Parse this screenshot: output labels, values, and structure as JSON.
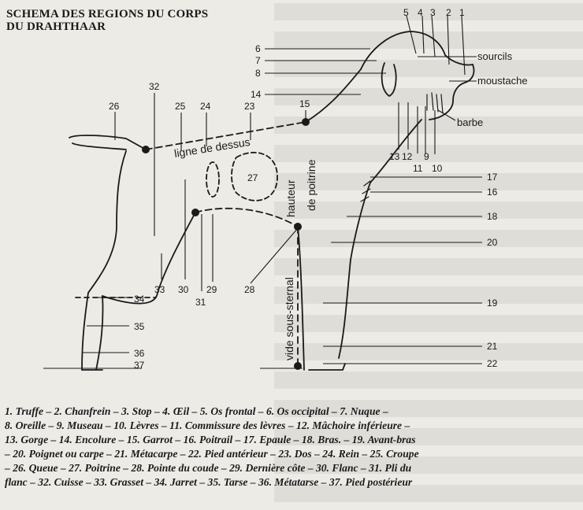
{
  "title": {
    "line1": "SCHEMA DES REGIONS DU CORPS",
    "line2": "DU DRAHTHAAR"
  },
  "labels": {
    "ligne_dessus": "ligne de dessus",
    "hauteur": "hauteur",
    "de_poitrine": "de poitrine",
    "vide_sous_sternal": "vide sous-sternal",
    "sourcils": "sourcils",
    "moustache": "moustache",
    "barbe": "barbe"
  },
  "numbers": [
    "1",
    "2",
    "3",
    "4",
    "5",
    "6",
    "7",
    "8",
    "9",
    "10",
    "11",
    "12",
    "13",
    "14",
    "15",
    "16",
    "17",
    "18",
    "19",
    "20",
    "21",
    "22",
    "23",
    "24",
    "25",
    "26",
    "27",
    "28",
    "29",
    "30",
    "31",
    "32",
    "33",
    "34",
    "35",
    "36",
    "37"
  ],
  "legend": {
    "lines": [
      "1. Truffe – 2. Chanfrein – 3. Stop – 4. Œil – 5. Os frontal – 6. Os occipital – 7. Nuque –",
      "8. Oreille – 9. Museau – 10. Lèvres – 11. Commissure des lèvres – 12. Mâchoire inférieure –",
      "13. Gorge – 14. Encolure – 15. Garrot – 16. Poitrail – 17. Epaule – 18. Bras. – 19. Avant-bras",
      "– 20. Poignet ou carpe – 21. Métacarpe – 22. Pied antérieur – 23. Dos – 24. Rein – 25. Croupe",
      "– 26. Queue – 27. Poitrine – 28. Pointe du coude – 29. Dernière côte – 30. Flanc – 31. Pli du",
      "flanc – 32. Cuisse – 33. Grasset – 34. Jarret – 35. Tarse – 36. Métatarse – 37. Pied postérieur"
    ]
  },
  "colors": {
    "paper": "#ecebe6",
    "ink": "#1a1a1a"
  }
}
